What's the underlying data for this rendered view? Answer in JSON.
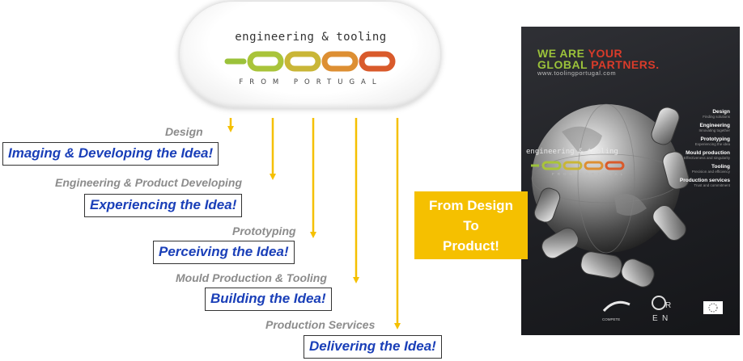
{
  "logo": {
    "line1": "engineering & tooling",
    "line2": "FROM PORTUGAL"
  },
  "stages": [
    {
      "label": "Design",
      "box": "Imaging & Developing the Idea!"
    },
    {
      "label": "Engineering & Product Developing",
      "box": "Experiencing the Idea!"
    },
    {
      "label": "Prototyping",
      "box": "Perceiving the Idea!"
    },
    {
      "label": "Mould Production & Tooling",
      "box": "Building the Idea!"
    },
    {
      "label": "Production Services",
      "box": "Delivering the Idea!"
    }
  ],
  "callout": {
    "line1": "From Design",
    "line2": "To",
    "line3": "Product!"
  },
  "poster": {
    "headline_part1": "WE ARE ",
    "headline_part2": "YOUR",
    "headline_part3": "GLOBAL ",
    "headline_part4": "PARTNERS.",
    "url": "www.toolingportugal.com",
    "logo_line1": "engineering & tooling",
    "logo_line2": "FROM PORTUGAL",
    "list": [
      {
        "title": "Design",
        "desc": "Finding solutions"
      },
      {
        "title": "Engineering",
        "desc": "Innovating together"
      },
      {
        "title": "Prototyping",
        "desc": "Experiencing the idea"
      },
      {
        "title": "Mould production",
        "desc": "Effectiveness and singularity"
      },
      {
        "title": "Tooling",
        "desc": "Precision and efficiency"
      },
      {
        "title": "Production services",
        "desc": "Trust and commitment"
      }
    ],
    "footer": {
      "compete": "COMPETE"
    }
  },
  "colors": {
    "arrow": "#f5c000",
    "box_text": "#1a3fb8",
    "label_text": "#8c8c8c",
    "callout_bg": "#f5c000",
    "poster_bg": "#1d1e22"
  }
}
